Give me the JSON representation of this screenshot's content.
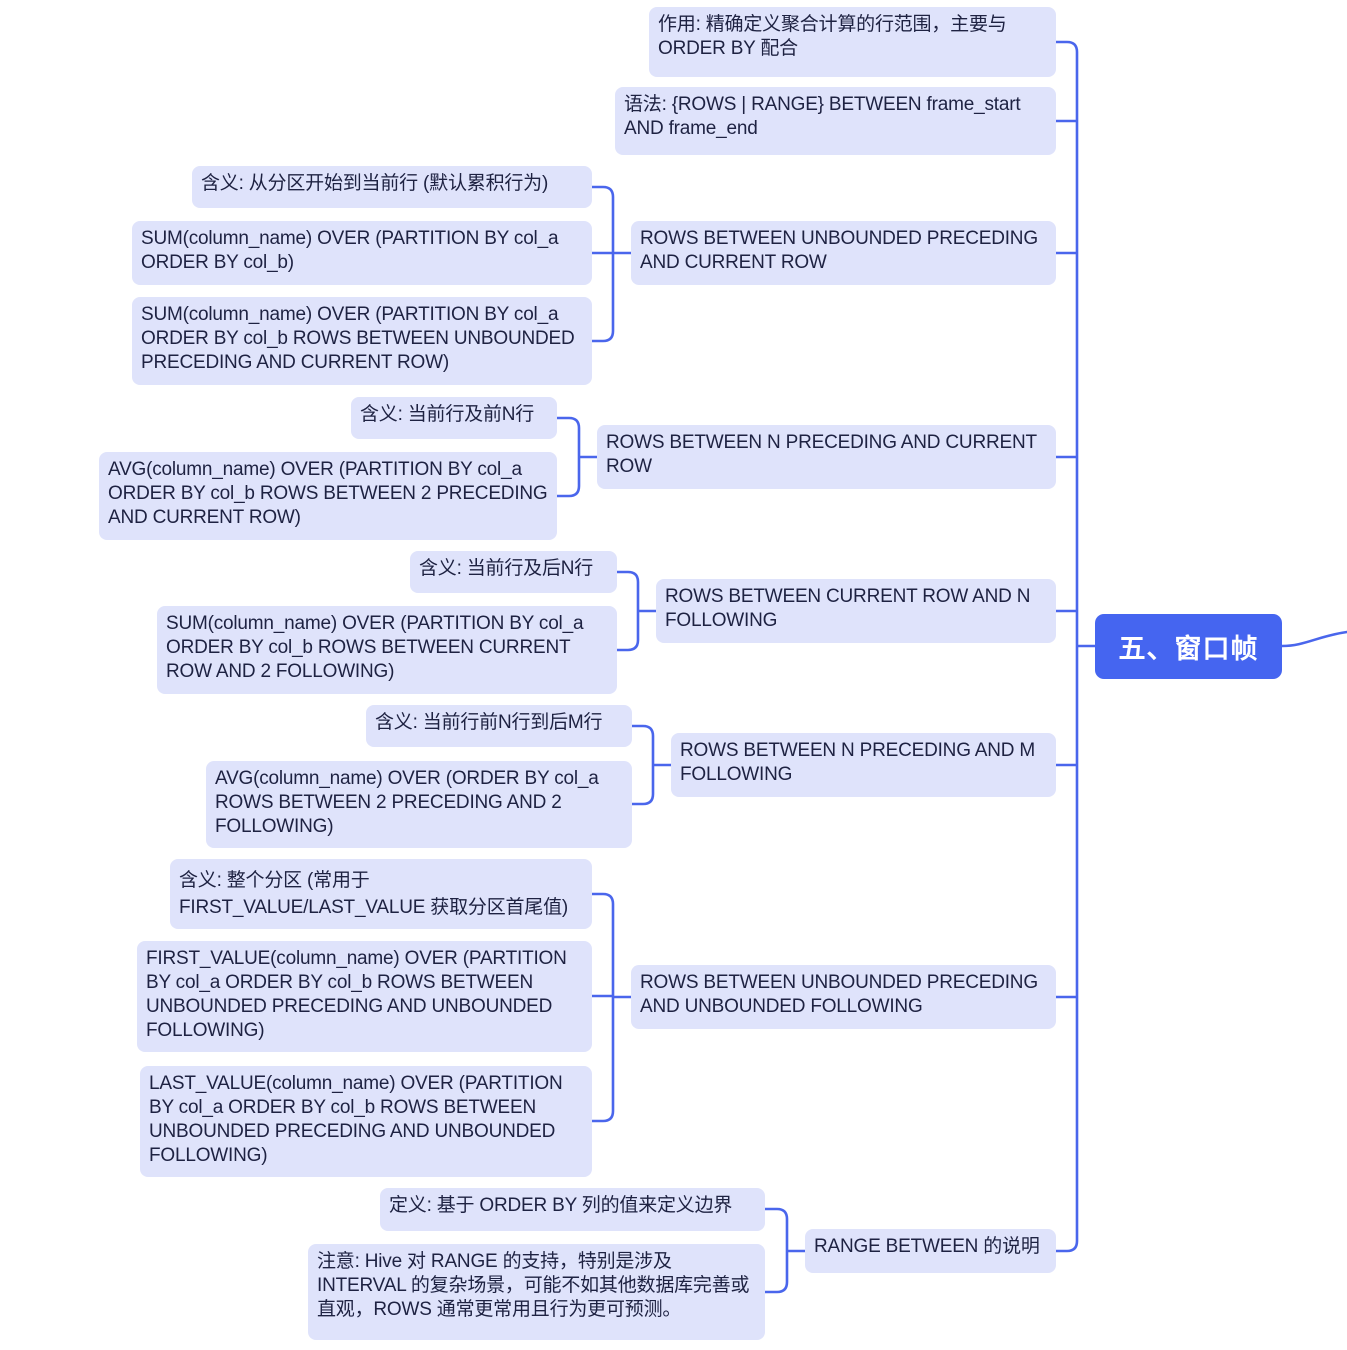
{
  "colors": {
    "connector": "#4a66ec",
    "node_bg": "#dfe3fb",
    "node_text": "#1e2242",
    "root_bg": "#4565f0",
    "root_text": "#ffffff"
  },
  "root": {
    "label": "五、窗口帧"
  },
  "nodes": {
    "purpose": "作用: 精确定义聚合计算的行范围，主要与 ORDER BY 配合",
    "syntax": "语法: {ROWS | RANGE} BETWEEN frame_start AND frame_end",
    "unb_cur": {
      "label": "ROWS BETWEEN UNBOUNDED PRECEDING AND CURRENT ROW",
      "meaning": "含义: 从分区开始到当前行 (默认累积行为)",
      "ex1": "SUM(column_name) OVER (PARTITION BY col_a ORDER BY col_b)",
      "ex2": "SUM(column_name) OVER (PARTITION BY col_a ORDER BY col_b ROWS BETWEEN UNBOUNDED PRECEDING AND CURRENT ROW)"
    },
    "npre_cur": {
      "label": "ROWS BETWEEN N PRECEDING AND CURRENT ROW",
      "meaning": "含义: 当前行及前N行",
      "ex1": "AVG(column_name) OVER (PARTITION BY col_a ORDER BY col_b ROWS BETWEEN 2 PRECEDING AND CURRENT ROW)"
    },
    "cur_nfol": {
      "label": "ROWS BETWEEN CURRENT ROW AND N FOLLOWING",
      "meaning": "含义: 当前行及后N行",
      "ex1": "SUM(column_name) OVER (PARTITION BY col_a ORDER BY col_b ROWS BETWEEN CURRENT ROW AND 2 FOLLOWING)"
    },
    "npre_mfol": {
      "label": "ROWS BETWEEN N PRECEDING AND M FOLLOWING",
      "meaning": "含义: 当前行前N行到后M行",
      "ex1": "AVG(column_name) OVER (ORDER BY col_a ROWS BETWEEN 2 PRECEDING AND 2 FOLLOWING)"
    },
    "unb_unb": {
      "label": "ROWS BETWEEN UNBOUNDED PRECEDING AND UNBOUNDED FOLLOWING",
      "meaning": "含义: 整个分区 (常用于 FIRST_VALUE/LAST_VALUE 获取分区首尾值)",
      "ex1": "FIRST_VALUE(column_name) OVER (PARTITION BY col_a ORDER BY col_b ROWS BETWEEN UNBOUNDED PRECEDING AND UNBOUNDED FOLLOWING)",
      "ex2": "LAST_VALUE(column_name) OVER (PARTITION BY col_a ORDER BY col_b ROWS BETWEEN UNBOUNDED PRECEDING AND UNBOUNDED FOLLOWING)"
    },
    "range": {
      "label": "RANGE BETWEEN 的说明",
      "definition": "定义: 基于 ORDER BY 列的值来定义边界",
      "note": "注意: Hive 对 RANGE 的支持，特别是涉及 INTERVAL 的复杂场景，可能不如其他数据库完善或直观，ROWS 通常更常用且行为更可预测。"
    }
  }
}
